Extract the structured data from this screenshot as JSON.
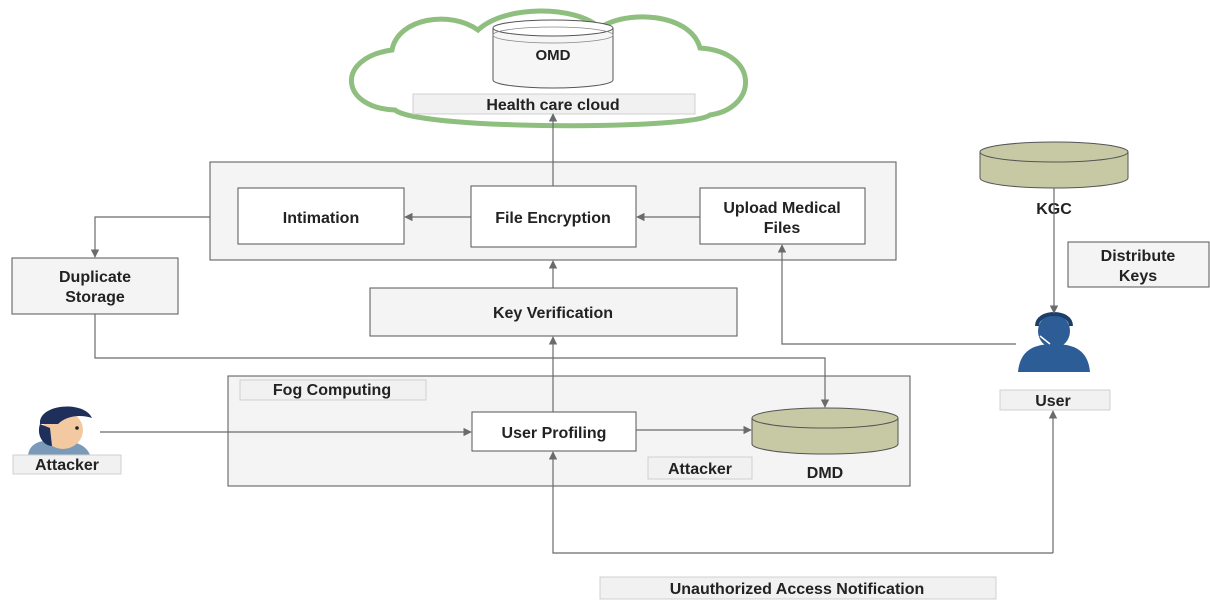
{
  "cloud": {
    "title": "Health care cloud",
    "db_label": "OMD"
  },
  "processes": {
    "intimation": "Intimation",
    "file_encryption": "File Encryption",
    "upload_line1": "Upload Medical",
    "upload_line2": "Files",
    "duplicate_line1": "Duplicate",
    "duplicate_line2": "Storage",
    "key_verification": "Key Verification",
    "user_profiling": "User Profiling"
  },
  "fog": {
    "title": "Fog Computing",
    "attacker_tag": "Attacker",
    "db_label": "DMD"
  },
  "kgc": {
    "label": "KGC",
    "distribute_line1": "Distribute",
    "distribute_line2": "Keys"
  },
  "actors": {
    "user": "User",
    "attacker": "Attacker"
  },
  "notification": "Unauthorized Access Notification",
  "colors": {
    "cloud_outline": "#8fbf7f",
    "db_fill": "#c6c9a4",
    "db_stroke": "#555555",
    "user_icon": "#2c5d96"
  }
}
